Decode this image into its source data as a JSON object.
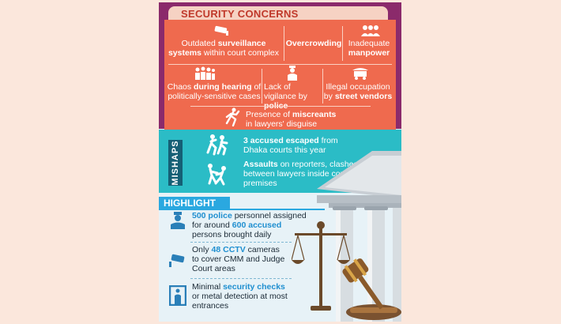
{
  "security_concerns": {
    "title": "SECURITY CONCERNS",
    "surveillance": {
      "pre": "Outdated ",
      "bold": "surveillance systems",
      "post": " within court complex"
    },
    "overcrowding": "Overcrowding",
    "manpower": {
      "pre": "Inadequate ",
      "bold": "manpower"
    },
    "chaos": {
      "pre": "Chaos ",
      "bold": "during hearing",
      "post": " of politically-sensitive cases"
    },
    "vigilance": {
      "pre": "Lack of vigilance by ",
      "bold": "police"
    },
    "vendors": {
      "pre": "Illegal occupation by ",
      "bold": "street vendors"
    },
    "miscreants": {
      "pre": "Presence of ",
      "bold": "miscreants",
      "post": " in lawyers' disguise"
    }
  },
  "mishaps": {
    "label": "MISHAPS",
    "escaped": {
      "bold": "3 accused escaped",
      "post": " from Dhaka courts this year"
    },
    "assaults": {
      "bold": "Assaults",
      "post": " on reporters, clashes between lawyers inside court premises"
    }
  },
  "highlight": {
    "title": "HIGHLIGHT",
    "police": {
      "b1": "500 police",
      "t1": " personnel assigned for around ",
      "b2": "600 accused",
      "t2": " persons brought daily"
    },
    "cctv": {
      "t1": "Only ",
      "b1": "48 CCTV",
      "t2": " cameras to cover CMM and Judge Court areas"
    },
    "checks": {
      "t1": "Minimal ",
      "b1": "security checks",
      "t2": " or metal detection at most entrances"
    }
  },
  "colors": {
    "purple": "#8b2a6b",
    "orange": "#ef6a4e",
    "teal": "#2bbcc6",
    "highlight_blue": "#2aa8e0",
    "background": "#fbe7dc"
  }
}
